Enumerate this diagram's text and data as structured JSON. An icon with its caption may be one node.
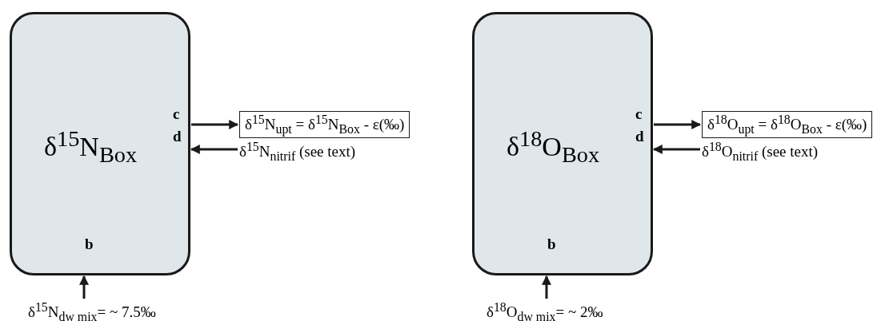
{
  "diagram": {
    "nodes": [
      {
        "text": [
          "δ$^{15}$N$_{Box}$"
        ]
      },
      {
        "text": [
          "δ$^{15}$N$_{upt}$ = δ$^{15}$N$_{Box}$ - ε(‰)"
        ]
      },
      {
        "text": [
          "δ$^{15}$N$_{nitrif}$ (see text)"
        ]
      },
      {
        "text": [
          "δ$^{15}$N$_{dw mix}$= ~ 7.5‰"
        ]
      },
      {
        "text": [
          "δ$^{18}$O$_{Box}$"
        ]
      },
      {
        "text": [
          "δ$^{18}$O$_{upt}$ = δ$^{18}$O$_{Box}$ - ε(‰)"
        ]
      },
      {
        "text": [
          "δ$^{18}$O$_{nitrif}$ (see text)"
        ]
      },
      {
        "text": [
          "δ$^{18}$O$_{dw mix}$= ~ 2‰"
        ]
      }
    ],
    "edges": [
      {
        "from": 0,
        "to": 1,
        "arrow": "to",
        "label": "c"
      },
      {
        "from": 2,
        "to": 0,
        "arrow": "to",
        "label": "d"
      },
      {
        "from": 3,
        "to": 0,
        "arrow": "to",
        "label": "b"
      },
      {
        "from": 4,
        "to": 5,
        "arrow": "to",
        "label": "c"
      },
      {
        "from": 6,
        "to": 4,
        "arrow": "to",
        "label": "d"
      },
      {
        "from": 7,
        "to": 4,
        "arrow": "to",
        "label": "b"
      }
    ]
  }
}
